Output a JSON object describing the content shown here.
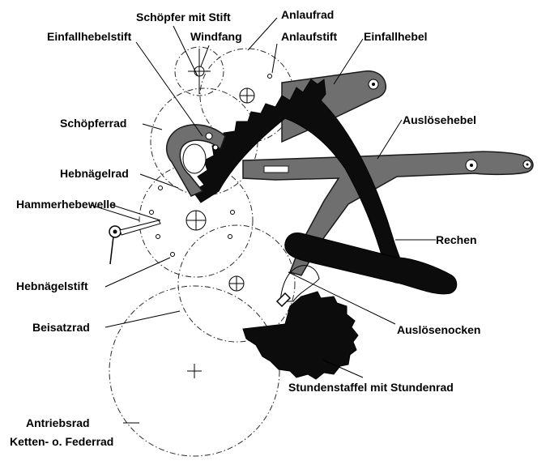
{
  "labels": {
    "schoepfer_mit_stift": "Schöpfer mit Stift",
    "anlaufrad": "Anlaufrad",
    "einfallhebelstift": "Einfallhebelstift",
    "windfang": "Windfang",
    "anlaufstift": "Anlaufstift",
    "einfallhebel": "Einfallhebel",
    "schoepferrad": "Schöpferrad",
    "ausloesehebel": "Auslösehebel",
    "hebnaegelrad": "Hebnägelrad",
    "hammerhebewelle": "Hammerhebewelle",
    "rechen": "Rechen",
    "hebnaegelstift": "Hebnägelstift",
    "beisatzrad": "Beisatzrad",
    "ausloesenocken": "Auslösenocken",
    "stundenstaffel": "Stundenstaffel mit Stundenrad",
    "antriebsrad": "Antriebsrad",
    "ketten_federrad": "Ketten- o. Federrad"
  },
  "colors": {
    "lever_grey": "#6f6f6f",
    "rack_black": "#0c0c0c",
    "line": "#000000",
    "background": "#ffffff"
  }
}
